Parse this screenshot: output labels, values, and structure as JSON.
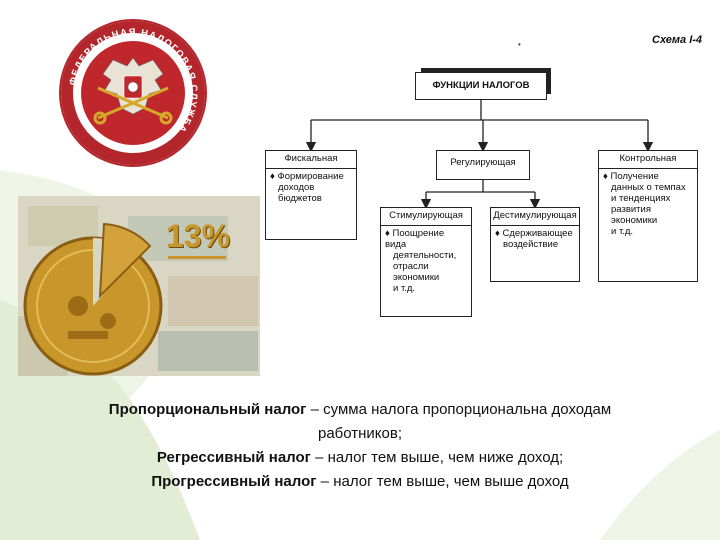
{
  "scheme_label": "Схема I-4",
  "emblem": {
    "ring_text": "ФЕДЕРАЛЬНАЯ НАЛОГОВАЯ СЛУЖБА"
  },
  "collage": {
    "percent_label": "13%"
  },
  "diagram": {
    "root": "ФУНКЦИИ НАЛОГОВ",
    "fiscal": {
      "title": "Фискальная",
      "items": [
        "♦ Формирование",
        "доходов",
        "бюджетов"
      ]
    },
    "regulating": {
      "title": "Регулирующая"
    },
    "control": {
      "title": "Контрольная",
      "items": [
        "♦ Получение",
        "данных о темпах",
        "и тенденциях",
        "развития",
        "экономики",
        "и т.д."
      ]
    },
    "stimulating": {
      "title": "Стимулирующая",
      "items": [
        "♦ Поощрение вида",
        "деятельности,",
        "отрасли",
        "экономики",
        "и т.д."
      ]
    },
    "destimulating": {
      "title": "Дестимулирующая",
      "items": [
        "♦ Сдерживающее",
        "воздействие"
      ]
    }
  },
  "caption": {
    "line1_term": "Пропорциональный налог",
    "line1_rest": " – сумма налога пропорциональна доходам",
    "line2": "работников;",
    "line3_term": "Регрессивный налог",
    "line3_rest": " – налог тем выше, чем ниже доход;",
    "line4_term": "Прогрессивный налог",
    "line4_rest": " – налог тем выше, чем выше доход"
  },
  "colors": {
    "emblem_red": "#c0272d",
    "emblem_ring": "#b3262b",
    "gold": "#c8962a",
    "swoosh_green": "#e6efd9"
  }
}
